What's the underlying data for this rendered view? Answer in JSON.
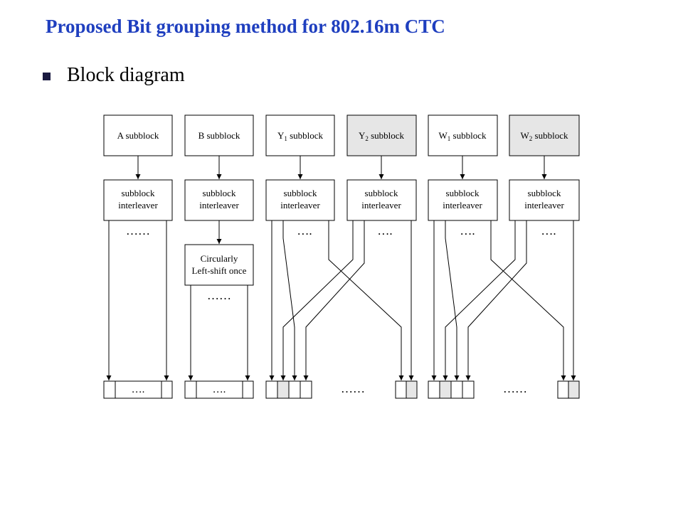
{
  "slide": {
    "title": "Proposed Bit grouping method for 802.16m CTC",
    "bullet": "Block diagram"
  },
  "diagram": {
    "subblocks": [
      {
        "name": "A",
        "sub": "",
        "suffix": " subblock",
        "shaded": false
      },
      {
        "name": "B",
        "sub": "",
        "suffix": " subblock",
        "shaded": false
      },
      {
        "name": "Y",
        "sub": "1",
        "suffix": " subblock",
        "shaded": false
      },
      {
        "name": "Y",
        "sub": "2",
        "suffix": " subblock",
        "shaded": true
      },
      {
        "name": "W",
        "sub": "1",
        "suffix": " subblock",
        "shaded": false
      },
      {
        "name": "W",
        "sub": "2",
        "suffix": " subblock",
        "shaded": true
      }
    ],
    "interleaver_line1": "subblock",
    "interleaver_line2": "interleaver",
    "shift_line1": "Circularly",
    "shift_line2": "Left-shift once",
    "dots_long": "……",
    "dots_short": "….",
    "colors": {
      "line": "#000000",
      "shaded": "#e6e6e6",
      "title": "#1f3fbf"
    }
  }
}
